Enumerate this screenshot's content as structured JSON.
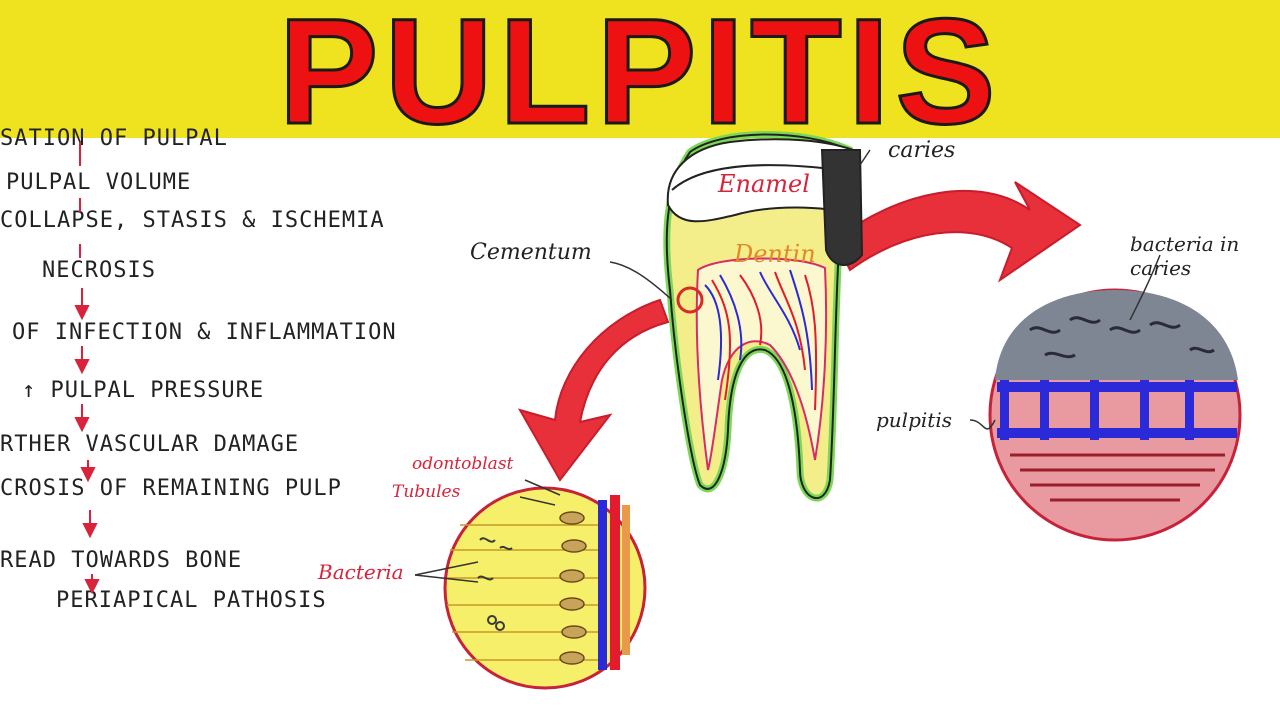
{
  "title": "PULPITIS",
  "flow_steps": [
    "SATION OF PULPAL",
    "PULPAL VOLUME",
    "COLLAPSE, STASIS & ISCHEMIA",
    "NECROSIS",
    "OF INFECTION & INFLAMMATION",
    "↑ PULPAL PRESSURE",
    "RTHER VASCULAR DAMAGE",
    "CROSIS OF REMAINING PULP",
    "READ TOWARDS BONE",
    "PERIAPICAL PATHOSIS"
  ],
  "labels": {
    "enamel": "Enamel",
    "dentin": "Dentin",
    "caries": "caries",
    "cementum": "Cementum",
    "odontoblast": "odontoblast",
    "tubules": "Tubules",
    "bacteria": "Bacteria",
    "bacteria_in_caries": "bacteria in caries",
    "pulpitis": "pulpitis"
  },
  "colors": {
    "banner": "#efe21e",
    "title": "#ee1111",
    "arrow": "#e8303a",
    "dentin": "#f4ee8a",
    "enamel": "#ffffff",
    "caries": "#333333",
    "vessel_blue": "#2a2ad8",
    "vessel_red": "#e21c2c"
  }
}
